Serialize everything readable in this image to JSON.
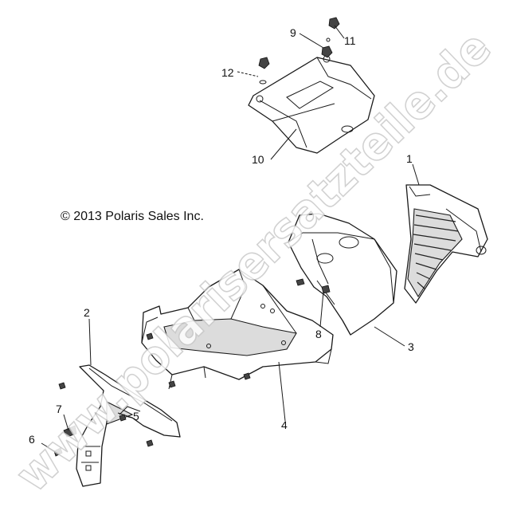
{
  "copyright": "© 2013 Polaris Sales Inc.",
  "watermark": "www.polarisersatzteile.de",
  "callouts": [
    "1",
    "2",
    "3",
    "4",
    "5",
    "6",
    "7",
    "8",
    "9",
    "10",
    "11",
    "12"
  ]
}
